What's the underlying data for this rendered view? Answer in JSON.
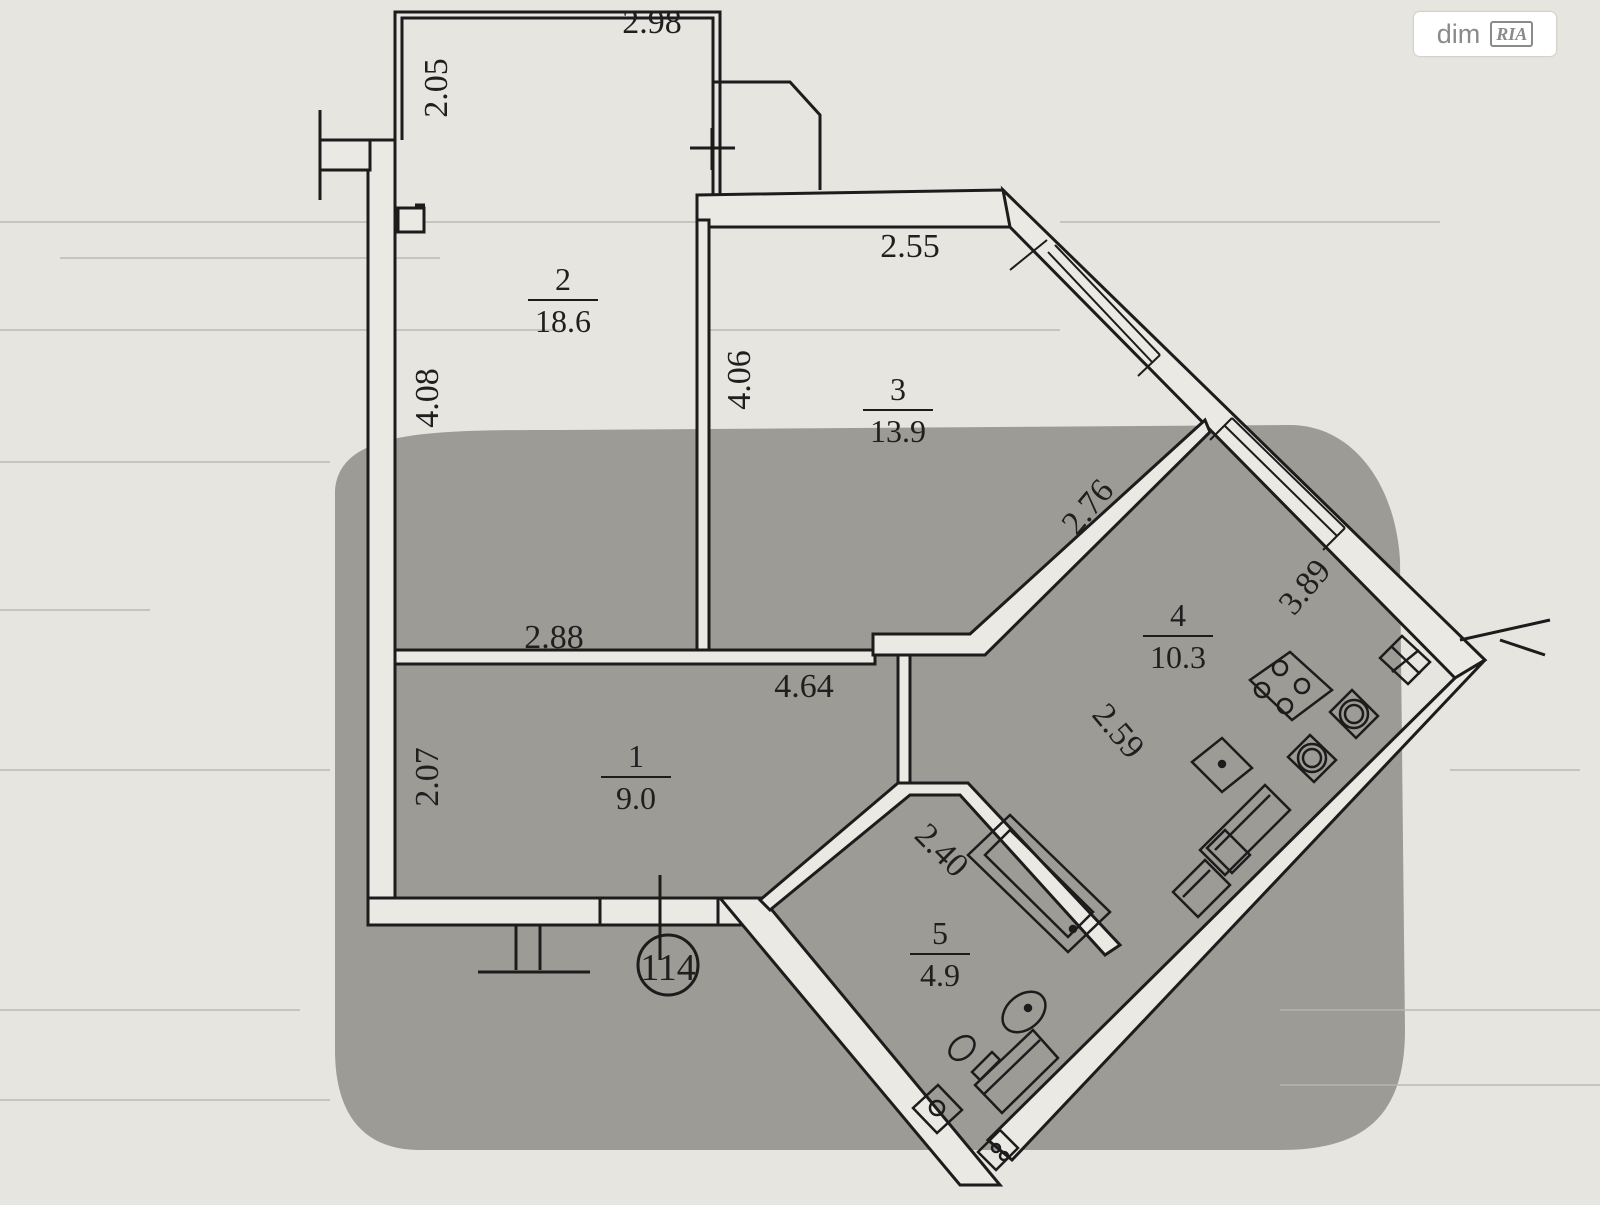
{
  "watermark": {
    "brand": "dim",
    "badge": "RIA"
  },
  "apartment_number": "114",
  "rooms": [
    {
      "number": "1",
      "area": "9.0"
    },
    {
      "number": "2",
      "area": "18.6"
    },
    {
      "number": "3",
      "area": "13.9"
    },
    {
      "number": "4",
      "area": "10.3"
    },
    {
      "number": "5",
      "area": "4.9"
    }
  ],
  "dimensions": {
    "balcony_width": "2.98",
    "balcony_depth": "2.05",
    "room2_height": "4.08",
    "room2_width": "2.88",
    "room3_height": "4.06",
    "room3_width": "2.55",
    "room3_diagonal": "2.76",
    "kitchen_side": "3.89",
    "kitchen_inner": "2.59",
    "hall_width": "4.64",
    "hall_height": "2.07",
    "bath_side": "2.40"
  },
  "colors": {
    "paper": "#e7e5df",
    "shadow": "#8f8e8a",
    "wall": "#ebe9e3",
    "line": "#1c1c1c"
  }
}
